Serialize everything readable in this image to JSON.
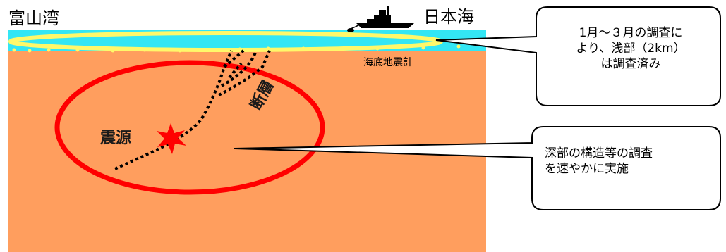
{
  "labels": {
    "toyama_bay": "富山湾",
    "sea_of_japan": "日本海",
    "seafloor_seismometer": "海底地震計",
    "hypocenter": "震源",
    "fault": "断層"
  },
  "callouts": {
    "shallow_survey": {
      "lines": [
        "1月～３月の調査に",
        "より、浅部（2km）",
        "は調査済み"
      ]
    },
    "deep_survey": {
      "lines": [
        "深部の構造等の調査",
        "を速やかに実施"
      ]
    }
  },
  "colors": {
    "crust": "#FF9E5E",
    "sea": "#33E6F4",
    "survey_ring": "#FFF86A",
    "hypocenter_ring": "#FF0000",
    "epicenter_star": "#FF0000",
    "fault_line": "#000000"
  },
  "icons": {
    "ship": "survey-ship-icon",
    "epicenter": "star-burst-icon"
  }
}
